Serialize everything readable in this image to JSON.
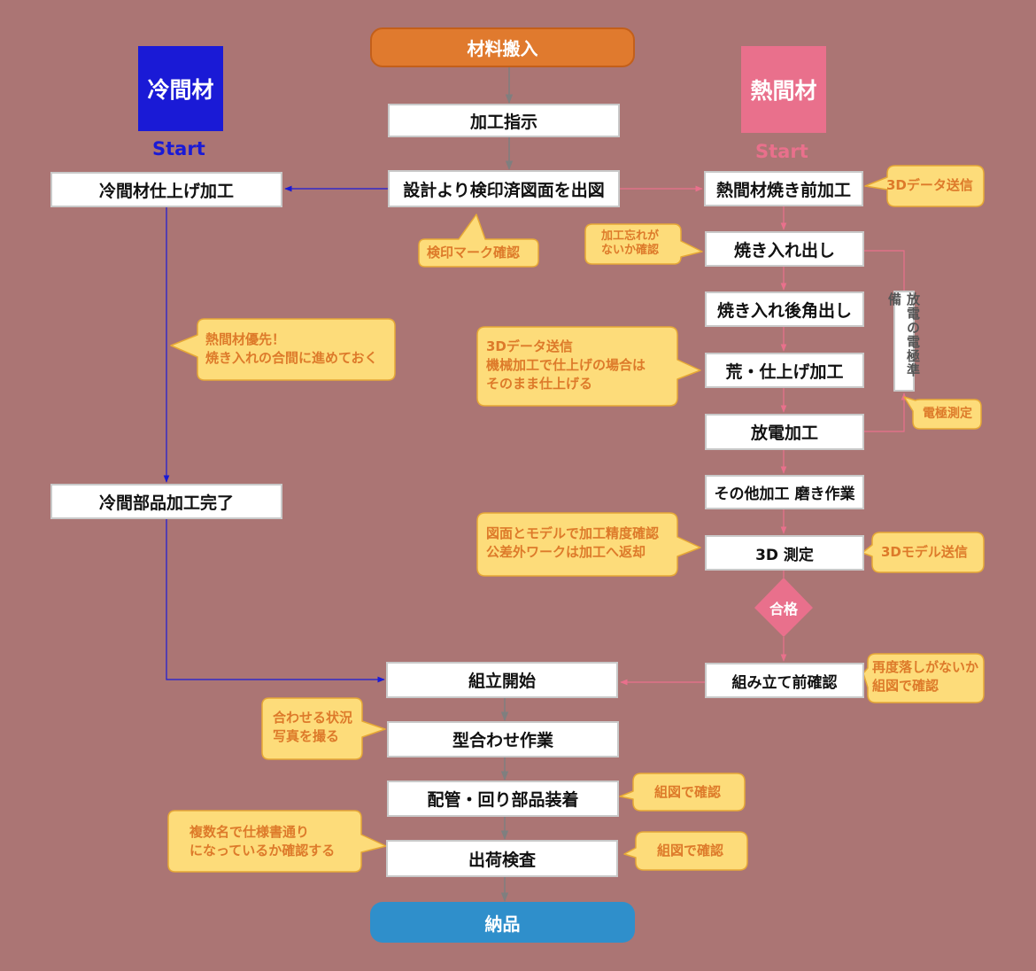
{
  "colors": {
    "background": "#ab7574",
    "cold": "#1a1ad6",
    "hot": "#e9708c",
    "start_pill": "#e07a2e",
    "end_pill": "#2f8fcb",
    "callout_fill": "#fddc7a",
    "callout_border": "#e6a836",
    "callout_text": "#dd7a2a",
    "center_line": "#7f7f7f"
  },
  "header": {
    "start": "材料搬入",
    "cold_label": "冷間材",
    "cold_start": "Start",
    "hot_label": "熱間材",
    "hot_start": "Start"
  },
  "center": {
    "instruction": "加工指示",
    "drawing": "設計より検印済図面を出図",
    "assembly_start": "組立開始",
    "mold_fitting": "型合わせ作業",
    "piping": "配管・回り部品装着",
    "inspection": "出荷検査",
    "delivery": "納品"
  },
  "cold_flow": {
    "finish": "冷間材仕上げ加工",
    "complete": "冷間部品加工完了"
  },
  "hot_flow": {
    "pre_quench": "熱間材焼き前加工",
    "quench": "焼き入れ出し",
    "corner": "焼き入れ後角出し",
    "rough_finish": "荒・仕上げ加工",
    "edm": "放電加工",
    "other": "その他加工 磨き作業",
    "measure": "3D 測定",
    "pass": "合格",
    "pre_assembly": "組み立て前確認",
    "electrode_prep": "放電の電極準備"
  },
  "callouts": {
    "stamp_check": "検印マーク確認",
    "hot_priority": [
      "熱間材優先！",
      "焼き入れの合間に進めておく"
    ],
    "send_3d_data": "3Dデータ送信",
    "forget_check": [
      "加工忘れが",
      "ないか確認"
    ],
    "machine_finish": [
      "3Dデータ送信",
      "機械加工で仕上げの場合は",
      "そのまま仕上げる"
    ],
    "electrode_measure": "電極測定",
    "precision_check": [
      "図面とモデルで加工精度確認",
      "公差外ワークは加工へ返却"
    ],
    "send_3d_model": "3Dモデル送信",
    "redrop_check": [
      "再度落しがないか",
      "組図で確認"
    ],
    "photo": [
      "合わせる状況",
      "写真を撮る"
    ],
    "assembly_drawing_1": "組図で確認",
    "assembly_drawing_2": "組図で確認",
    "multi_person": [
      "複数名で仕様書通り",
      "になっているか確認する"
    ]
  }
}
